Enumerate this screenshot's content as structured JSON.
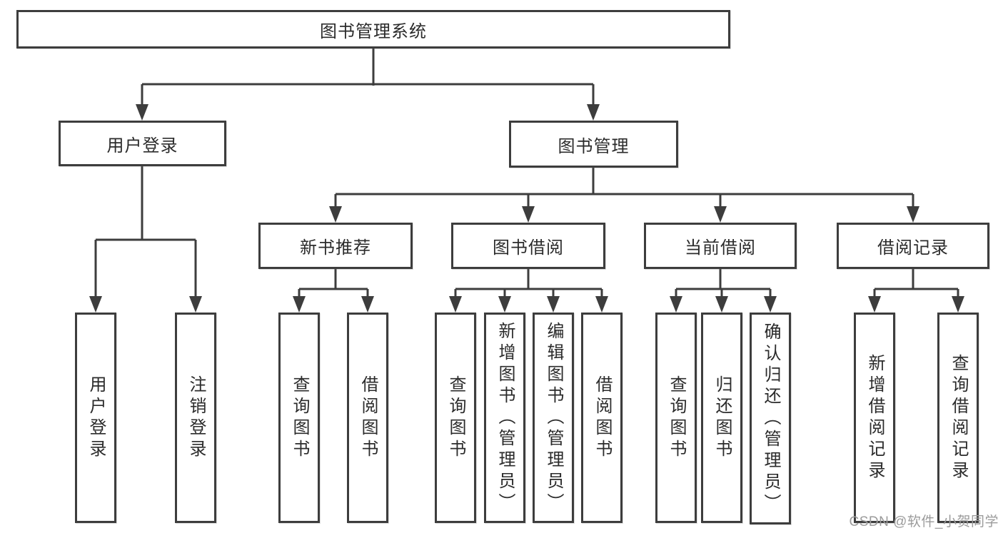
{
  "tree": {
    "label": "图书管理系统",
    "children": [
      {
        "label": "用户登录",
        "children": [
          {
            "label": "用户登录"
          },
          {
            "label": "注销登录"
          }
        ]
      },
      {
        "label": "图书管理",
        "children": [
          {
            "label": "新书推荐",
            "children": [
              {
                "label": "查询图书"
              },
              {
                "label": "借阅图书"
              }
            ]
          },
          {
            "label": "图书借阅",
            "children": [
              {
                "label": "查询图书"
              },
              {
                "label": "新增图书（管理员）"
              },
              {
                "label": "编辑图书（管理员）"
              },
              {
                "label": "借阅图书"
              }
            ]
          },
          {
            "label": "当前借阅",
            "children": [
              {
                "label": "查询图书"
              },
              {
                "label": "归还图书"
              },
              {
                "label": "确认归还（管理员）"
              }
            ]
          },
          {
            "label": "借阅记录",
            "children": [
              {
                "label": "新增借阅记录"
              },
              {
                "label": "查询借阅记录"
              }
            ]
          }
        ]
      }
    ]
  },
  "watermark": {
    "text": "CSDN @软件_小贺同学"
  },
  "colors": {
    "line": "#3d3d3d",
    "box_border": "#3d3d3d",
    "box_fill": "#ffffff",
    "text": "#2b2b2b",
    "watermark": "#9b9b9b",
    "background": "#ffffff"
  }
}
